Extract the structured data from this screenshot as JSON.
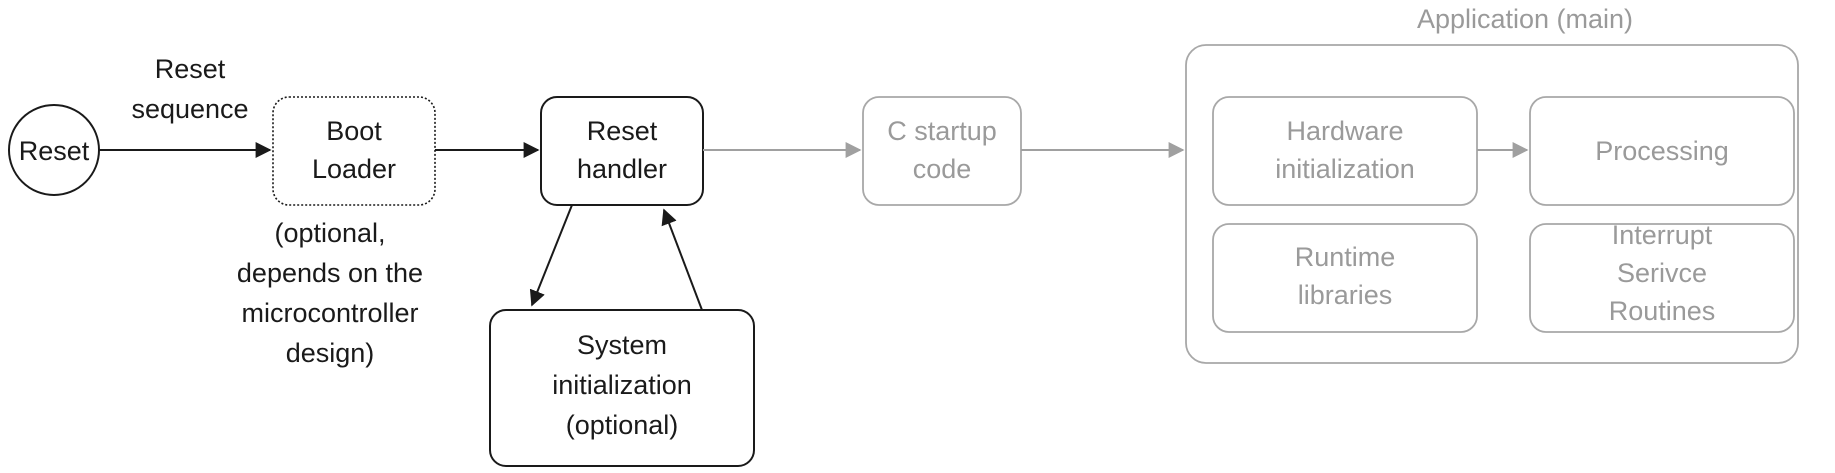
{
  "diagram": {
    "reset_node": "Reset",
    "reset_sequence_label": [
      "Reset",
      "sequence"
    ],
    "boot_loader": [
      "Boot",
      "Loader"
    ],
    "boot_loader_note": [
      "(optional,",
      "depends on the",
      "microcontroller",
      "design)"
    ],
    "reset_handler": [
      "Reset",
      "handler"
    ],
    "system_init": [
      "System",
      "initialization",
      "(optional)"
    ],
    "c_startup": [
      "C startup",
      "code"
    ],
    "application_title": "Application (main)",
    "hardware_init": [
      "Hardware",
      "initialization"
    ],
    "processing": "Processing",
    "runtime_libraries": [
      "Runtime",
      "libraries"
    ],
    "interrupt_routines": [
      "Interrupt",
      "Serivce",
      "Routines"
    ]
  },
  "colors": {
    "dark": "#1a1a1a",
    "grey": "#a0a0a0",
    "text_grey": "#9a9a9a"
  }
}
